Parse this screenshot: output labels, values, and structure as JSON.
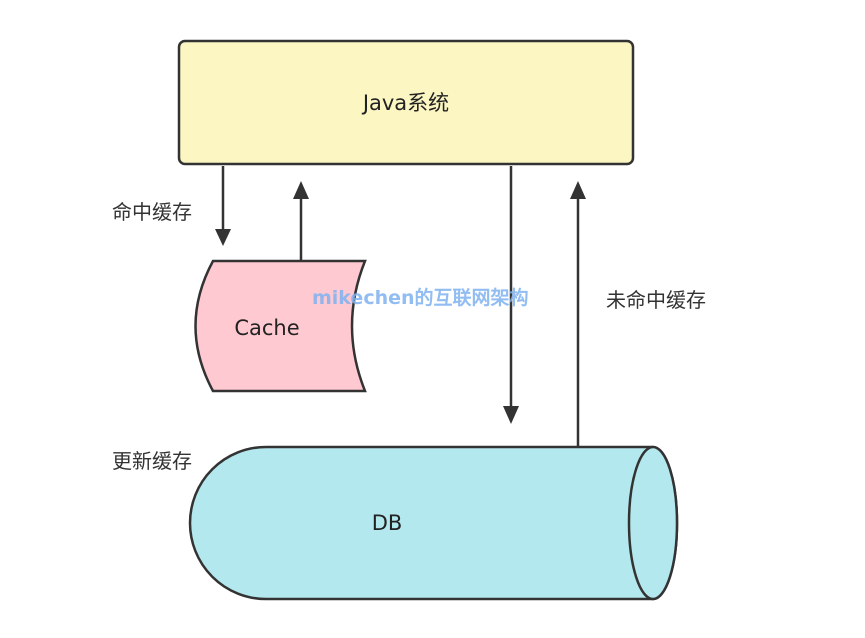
{
  "nodes": {
    "java_system": {
      "label": "Java系统"
    },
    "cache": {
      "label": "Cache"
    },
    "db": {
      "label": "DB"
    }
  },
  "edges": {
    "hit_cache": {
      "label": "命中缓存"
    },
    "miss_cache": {
      "label": "未命中缓存"
    },
    "update_cache": {
      "label": "更新缓存"
    }
  },
  "watermark": "mikechen的互联网架构",
  "colors": {
    "java_fill": "#fbf6c2",
    "cache_fill": "#ffc9d1",
    "db_fill": "#b4e8ef",
    "stroke": "#333333"
  }
}
